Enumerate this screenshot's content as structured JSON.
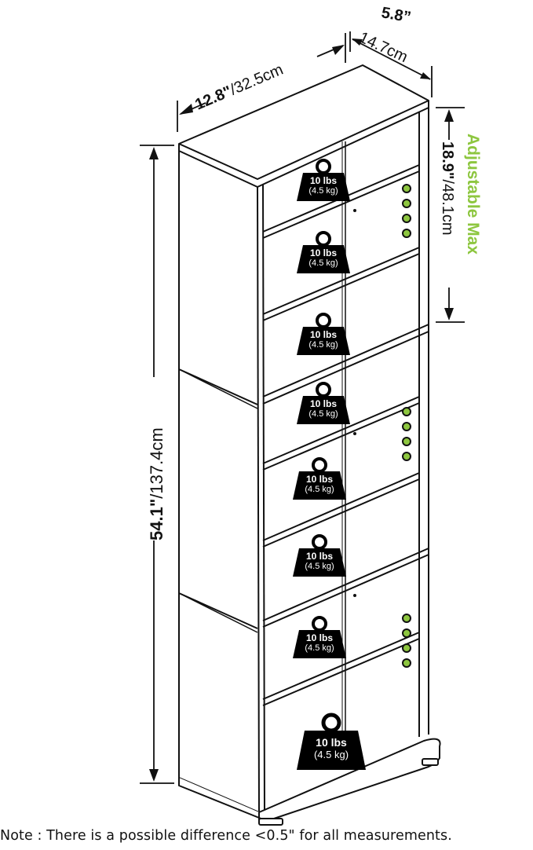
{
  "dimensions": {
    "width_in": "12.8\"",
    "width_cm": "/32.5cm",
    "depth_in": "5.8”",
    "depth_cm": "14.7cm",
    "height_in": "54.1\"",
    "height_cm": "/137.4cm",
    "shelf_in": "18.9\"",
    "shelf_cm": "/48.1cm",
    "adjustable_label": "Adjustable Max"
  },
  "weight_labels": [
    {
      "lbs": "10 lbs",
      "kg": "(4.5 kg)"
    },
    {
      "lbs": "10 lbs",
      "kg": "(4.5 kg)"
    },
    {
      "lbs": "10 lbs",
      "kg": "(4.5 kg)"
    },
    {
      "lbs": "10 lbs",
      "kg": "(4.5 kg)"
    },
    {
      "lbs": "10 lbs",
      "kg": "(4.5 kg)"
    },
    {
      "lbs": "10 lbs",
      "kg": "(4.5 kg)"
    },
    {
      "lbs": "10 lbs",
      "kg": "(4.5 kg)"
    },
    {
      "lbs": "10 lbs",
      "kg": "(4.5 kg)"
    }
  ],
  "note": "Note : There is a possible difference <0.5\" for all measurements.",
  "colors": {
    "line": "#111111",
    "accent": "#8dc63f",
    "weight_fill": "#000000",
    "weight_text": "#ffffff"
  }
}
